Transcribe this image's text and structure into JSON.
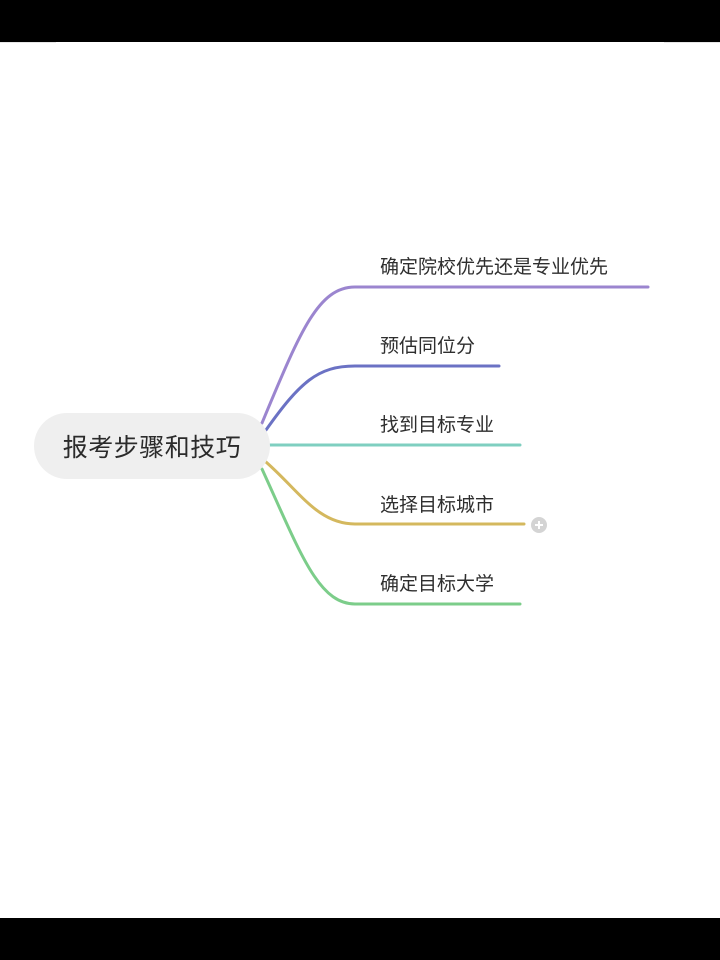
{
  "mindmap": {
    "root": {
      "label": "报考步骤和技巧",
      "background": "#efefef"
    },
    "branches": [
      {
        "label": "确定院校优先还是专业优先",
        "color": "#9b85cf"
      },
      {
        "label": "预估同位分",
        "color": "#6b72c4"
      },
      {
        "label": "找到目标专业",
        "color": "#7fcfc0"
      },
      {
        "label": "选择目标城市",
        "color": "#d4b85e",
        "collapsed_children": true
      },
      {
        "label": "确定目标大学",
        "color": "#7ccd8a"
      }
    ],
    "expand_icon": "plus-circle-icon"
  }
}
